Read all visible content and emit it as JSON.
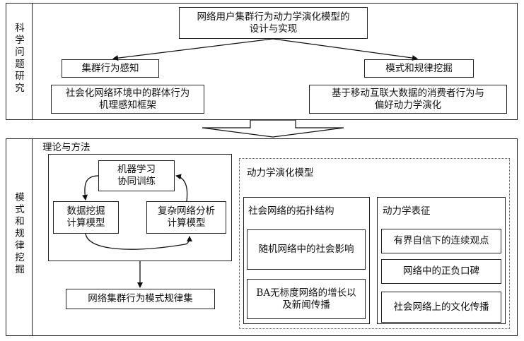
{
  "section1": {
    "side_label": "科学问题研究",
    "main_title": [
      "网络用户集群行为动力学演化模型的",
      "设计与实现"
    ],
    "left_sub": "集群行为感知",
    "right_sub": "模式和规律挖掘",
    "left_detail": [
      "社会化网络环境中的群体行为",
      "机理感知框架"
    ],
    "right_detail": [
      "基于移动互联大数据的消费者行为与",
      "偏好动力学演化"
    ]
  },
  "section2": {
    "side_label": "模式和规律挖掘",
    "theory_title": "理论与方法",
    "ml": [
      "机器学习",
      "协同训练"
    ],
    "data_mining": [
      "数据挖掘",
      "计算模型"
    ],
    "complex_net": [
      "复杂网络分析",
      "计算模型"
    ],
    "pattern_set": "网络集群行为模式规律集",
    "dyn_model_title": "动力学演化模型",
    "topology_title": "社会网络的拓扑结构",
    "random_net": "随机网络中的社会影响",
    "ba_net": [
      "BA无标度网络的增长以",
      "及新闻传播"
    ],
    "dyn_char_title": "动力学表征",
    "bounded": "有界自信下的连续观点",
    "word_of_mouth": "网络中的正负口碑",
    "culture": "社会网络上的文化传播"
  }
}
